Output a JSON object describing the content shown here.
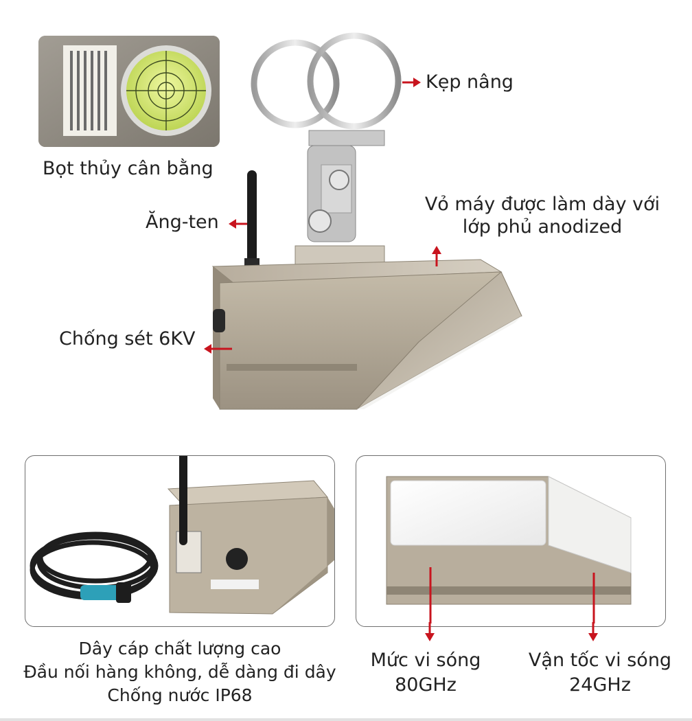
{
  "labels": {
    "clamp": "Kẹp nâng",
    "bubble_level": "Bọt thủy cân bằng",
    "antenna": "Ăng-ten",
    "housing_line1": "Vỏ máy được làm dày với",
    "housing_line2": "lớp phủ anodized",
    "lightning": "Chống sét 6KV",
    "cable_line1": "Dây cáp chất lượng cao",
    "cable_line2": "Đầu nối hàng không, dễ dàng đi dây",
    "cable_line3": "Chống nước IP68",
    "microwave_level_line1": "Mức vi sóng",
    "microwave_level_line2": "80GHz",
    "microwave_speed_line1": "Vận tốc vi sóng",
    "microwave_speed_line2": "24GHz"
  },
  "colors": {
    "arrow_red": "#c8141e",
    "housing_metal": "#b8ad9c",
    "level_green": "#d8ec70"
  }
}
